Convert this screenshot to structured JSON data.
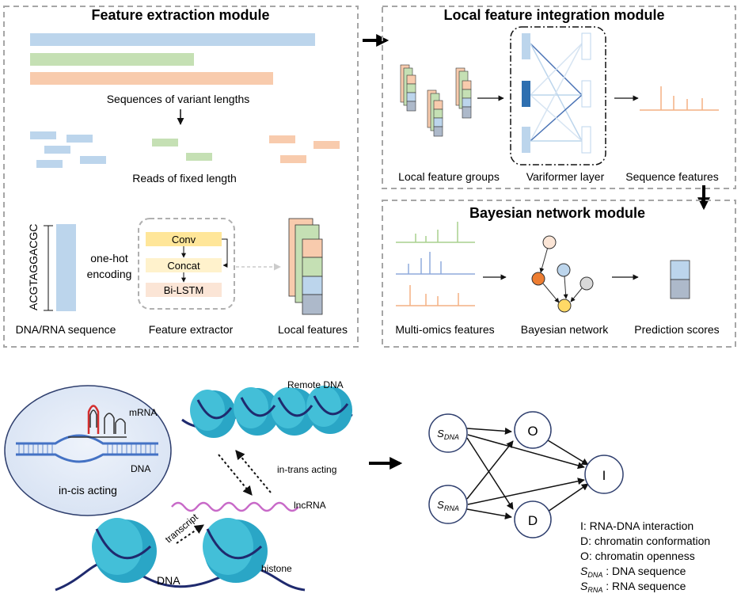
{
  "modules": {
    "feature_extraction": {
      "title": "Feature extraction module",
      "sequences_label": "Sequences of variant lengths",
      "reads_label": "Reads of fixed length",
      "dna_string": "ACGTAGGACGC",
      "onehot_line1": "one-hot",
      "onehot_line2": "encoding",
      "conv": "Conv",
      "concat": "Concat",
      "bilstm": "Bi-LSTM",
      "dna_rna_seq": "DNA/RNA sequence",
      "extractor": "Feature extractor",
      "local_features": "Local features"
    },
    "local_integration": {
      "title": "Local feature integration module",
      "local_groups": "Local feature groups",
      "variformer": "Variformer layer",
      "seq_features": "Sequence features"
    },
    "bayesian": {
      "title": "Bayesian network module",
      "multiomics": "Multi-omics features",
      "bn": "Bayesian network",
      "pred": "Prediction scores"
    }
  },
  "bottom": {
    "remote_dna": "Remote DNA",
    "mrna": "mRNA",
    "dna_cis": "DNA",
    "in_cis": "in-cis acting",
    "in_trans": "in-trans acting",
    "lncrna": "lncRNA",
    "transcript": "transcript",
    "dna_bottom": "DNA",
    "histone": "histone",
    "nodes": {
      "o": "O",
      "d": "D",
      "i": "I",
      "s_dna_main": "S",
      "s_dna_sub": "DNA",
      "s_rna_main": "S",
      "s_rna_sub": "RNA"
    },
    "legend": {
      "i": "I:  RNA-DNA interaction",
      "d": "D: chromatin conformation",
      "o": "O: chromatin openness",
      "sdna_main": "S",
      "sdna_sub": "DNA",
      "sdna_text": " : DNA sequence",
      "srna_main": "S",
      "srna_sub": "RNA",
      "srna_text": " : RNA sequence"
    }
  },
  "colors": {
    "blue": "#bcd5ec",
    "green": "#c5e0b4",
    "orange": "#f8cbad",
    "yellow": "#ffe699",
    "cyan": "#43bfd8",
    "navy": "#1f2a6e",
    "magenta": "#c86ac8"
  }
}
